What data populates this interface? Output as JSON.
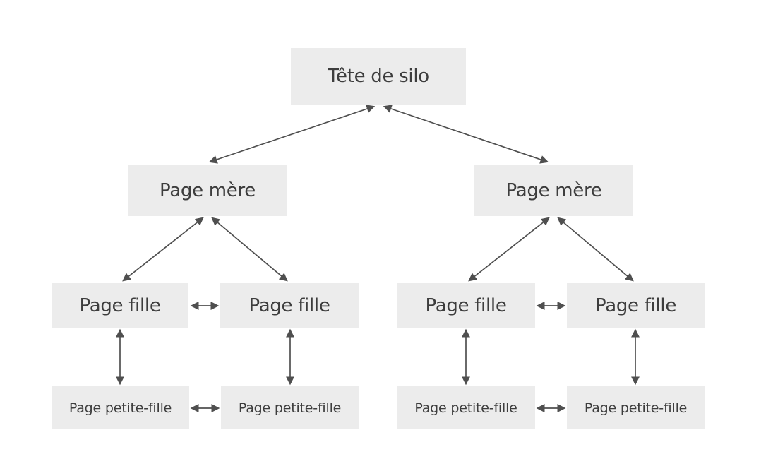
{
  "diagram": {
    "type": "site-silo-tree",
    "language": "fr",
    "colors": {
      "background": "#ffffff",
      "node_fill": "#ececec",
      "node_text": "#3d3d3d",
      "arrow": "#4f4f4f"
    },
    "nodes": {
      "root": {
        "label": "Tête de silo",
        "level": 1
      },
      "mother_left": {
        "label": "Page mère",
        "level": 2
      },
      "mother_right": {
        "label": "Page mère",
        "level": 2
      },
      "daughter_1": {
        "label": "Page fille",
        "level": 3
      },
      "daughter_2": {
        "label": "Page fille",
        "level": 3
      },
      "daughter_3": {
        "label": "Page fille",
        "level": 3
      },
      "daughter_4": {
        "label": "Page fille",
        "level": 3
      },
      "granddaughter_1": {
        "label": "Page petite-fille",
        "level": 4
      },
      "granddaughter_2": {
        "label": "Page petite-fille",
        "level": 4
      },
      "granddaughter_3": {
        "label": "Page petite-fille",
        "level": 4
      },
      "granddaughter_4": {
        "label": "Page petite-fille",
        "level": 4
      }
    },
    "edges": [
      {
        "from": "root",
        "to": "mother_left",
        "bidirectional": true
      },
      {
        "from": "root",
        "to": "mother_right",
        "bidirectional": true
      },
      {
        "from": "mother_left",
        "to": "daughter_1",
        "bidirectional": true
      },
      {
        "from": "mother_left",
        "to": "daughter_2",
        "bidirectional": true
      },
      {
        "from": "mother_right",
        "to": "daughter_3",
        "bidirectional": true
      },
      {
        "from": "mother_right",
        "to": "daughter_4",
        "bidirectional": true
      },
      {
        "from": "daughter_1",
        "to": "daughter_2",
        "bidirectional": true
      },
      {
        "from": "daughter_3",
        "to": "daughter_4",
        "bidirectional": true
      },
      {
        "from": "daughter_1",
        "to": "granddaughter_1",
        "bidirectional": true
      },
      {
        "from": "daughter_2",
        "to": "granddaughter_2",
        "bidirectional": true
      },
      {
        "from": "daughter_3",
        "to": "granddaughter_3",
        "bidirectional": true
      },
      {
        "from": "daughter_4",
        "to": "granddaughter_4",
        "bidirectional": true
      },
      {
        "from": "granddaughter_1",
        "to": "granddaughter_2",
        "bidirectional": true
      },
      {
        "from": "granddaughter_3",
        "to": "granddaughter_4",
        "bidirectional": true
      }
    ]
  }
}
